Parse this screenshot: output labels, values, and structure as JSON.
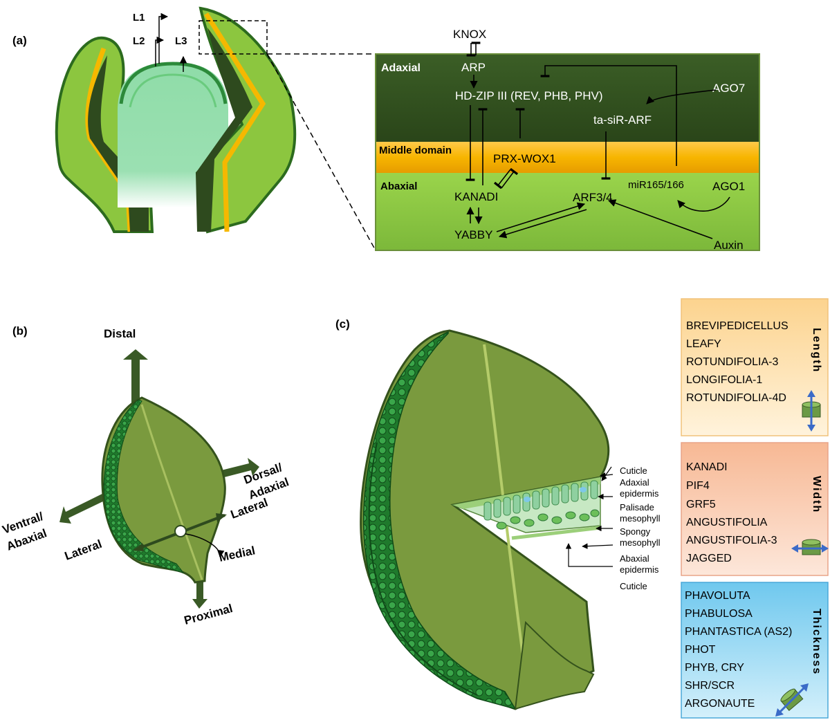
{
  "panel_a": {
    "label": "(a)",
    "layers": [
      "L1",
      "L2",
      "L3"
    ],
    "domains": {
      "adaxial": "Adaxial",
      "middle": "Middle domain",
      "abaxial": "Abaxial"
    },
    "nodes": {
      "knox": "KNOX",
      "arp": "ARP",
      "hdzip": "HD-ZIP III (REV, PHB, PHV)",
      "ago7": "AGO7",
      "tasir": "ta-siR-ARF",
      "prx": "PRX-WOX1",
      "kanadi": "KANADI",
      "mir": "miR165/166",
      "ago1": "AGO1",
      "arf": "ARF3/4",
      "yabby": "YABBY",
      "auxin": "Auxin"
    }
  },
  "panel_b": {
    "label": "(b)",
    "axes": {
      "distal": "Distal",
      "dorsal_line1": "Dorsal/",
      "dorsal_line2": "Adaxial",
      "ventral_line1": "Ventral/",
      "ventral_line2": "Abaxial",
      "lateral_right": "Lateral",
      "lateral_left": "Lateral",
      "medial": "Medial",
      "proximal": "Proximal"
    }
  },
  "panel_c": {
    "label": "(c)",
    "layers": [
      {
        "l1": "Cuticle",
        "l2": ""
      },
      {
        "l1": "Adaxial",
        "l2": "epidermis"
      },
      {
        "l1": "Palisade",
        "l2": "mesophyll"
      },
      {
        "l1": "Spongy",
        "l2": "mesophyll"
      },
      {
        "l1": "Abaxial",
        "l2": "epidermis"
      },
      {
        "l1": "Cuticle",
        "l2": ""
      }
    ],
    "boxes": [
      {
        "title": "Length",
        "color": "#fbd694",
        "genes": [
          "BREVIPEDICELLUS",
          "LEAFY",
          "ROTUNDIFOLIA-3",
          "LONGIFOLIA-1",
          "ROTUNDIFOLIA-4D"
        ]
      },
      {
        "title": "Width",
        "color": "#f8c0a0",
        "genes": [
          "KANADI",
          "PIF4",
          "GRF5",
          "ANGUSTIFOLIA",
          "ANGUSTIFOLIA-3",
          "JAGGED"
        ]
      },
      {
        "title": "Thickness",
        "color": "#8fd3f0",
        "genes": [
          "PHAVOLUTA",
          "PHABULOSA",
          "PHANTASTICA (AS2)",
          "PHOT",
          "PHYB, CRY",
          "SHR/SCR",
          "ARGONAUTE"
        ]
      }
    ]
  },
  "colors": {
    "dark_green": "#2e4a1e",
    "mid_green": "#5c8a32",
    "light_green": "#8cc63f",
    "orange": "#f5b800",
    "meristem": "#8fdca8"
  }
}
